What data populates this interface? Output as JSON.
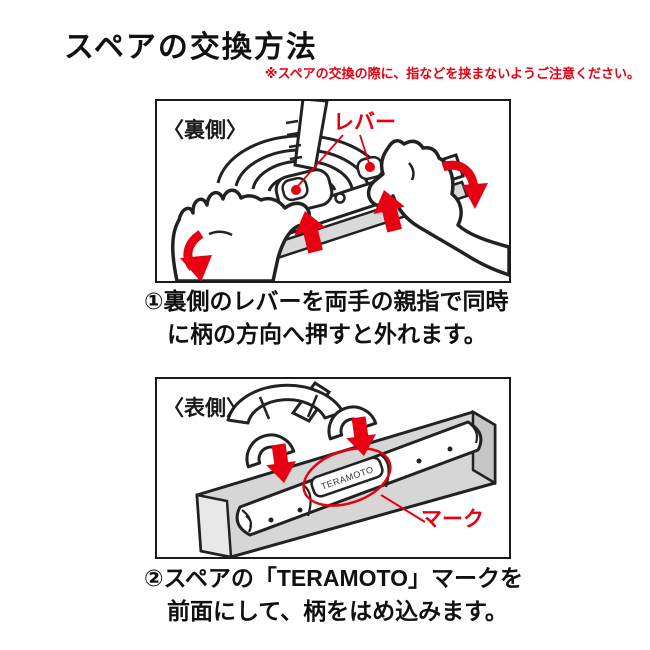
{
  "header": {
    "title": "スペアの交換方法",
    "warning": "※スペアの交換の際に、指などを挟まないようご注意ください。"
  },
  "step1": {
    "panel_label": "〈裏側〉",
    "callout_label": "レバー",
    "caption_line1": "①裏側のレバーを両手の親指で同時",
    "caption_line2": "に柄の方向へ押すと外れます。"
  },
  "step2": {
    "panel_label": "〈表側〉",
    "callout_label": "マーク",
    "brand_mark": "TERAMOTO",
    "caption_line1": "②スペアの「TERAMOTO」マークを",
    "caption_line2": "前面にして、柄をはめ込みます。"
  },
  "colors": {
    "accent_red": "#e60012",
    "line_dark": "#222222",
    "blade_gray": "#d9d9d9",
    "panel_border": "#1a1a1a"
  },
  "icons": {
    "push_up_arrow": "red block arrow pointing up (press lever)",
    "insert_down_arrow": "red block arrow pointing down (fit handle)",
    "rotate_arrow": "red curved arrow (frame releases outward)",
    "lever_point_dot": "red dot marking lever position"
  }
}
